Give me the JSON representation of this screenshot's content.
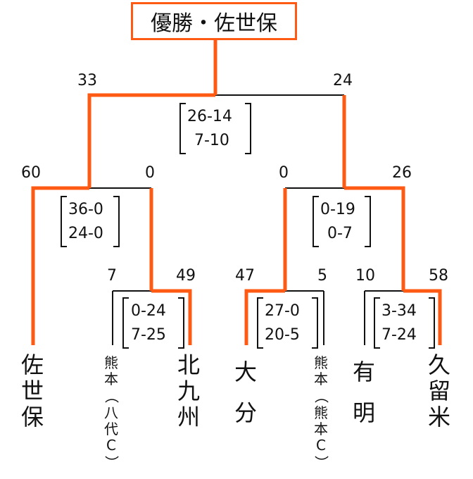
{
  "champion": {
    "label": "優勝・佐世保"
  },
  "colors": {
    "winner_line": "#ff5a14",
    "loser_line": "#111111"
  },
  "teams": [
    {
      "id": "sasebo",
      "chars": [
        "佐",
        "世",
        "保"
      ]
    },
    {
      "id": "kumamoto-yatsushiro",
      "chars": [
        "熊",
        "本",
        "（",
        "八",
        "代",
        "C",
        "）"
      ]
    },
    {
      "id": "kitakyushu",
      "chars": [
        "北",
        "九",
        "州"
      ]
    },
    {
      "id": "oita",
      "chars": [
        "大",
        "分"
      ]
    },
    {
      "id": "kumamoto-kumamoto",
      "chars": [
        "熊",
        "本",
        "（",
        "熊",
        "本",
        "C",
        "）"
      ]
    },
    {
      "id": "ariake",
      "chars": [
        "有",
        "明"
      ]
    },
    {
      "id": "kurume",
      "chars": [
        "久",
        "留",
        "米"
      ]
    }
  ],
  "matches": [
    {
      "id": "r1-kk",
      "score_left": "7",
      "score_right": "49",
      "periods": [
        "0-24",
        "7-25"
      ]
    },
    {
      "id": "r1-ok",
      "score_left": "47",
      "score_right": "5",
      "periods": [
        "27-0",
        "20-5"
      ]
    },
    {
      "id": "r1-ak",
      "score_left": "10",
      "score_right": "58",
      "periods": [
        "3-34",
        "7-24"
      ]
    },
    {
      "id": "semi-left",
      "score_left": "60",
      "score_right": "0",
      "periods": [
        "36-0",
        "24-0"
      ]
    },
    {
      "id": "semi-right",
      "score_left": "0",
      "score_right": "26",
      "periods": [
        "0-19",
        "0-7"
      ]
    },
    {
      "id": "final",
      "score_left": "33",
      "score_right": "24",
      "periods": [
        "26-14",
        "7-10"
      ]
    }
  ]
}
